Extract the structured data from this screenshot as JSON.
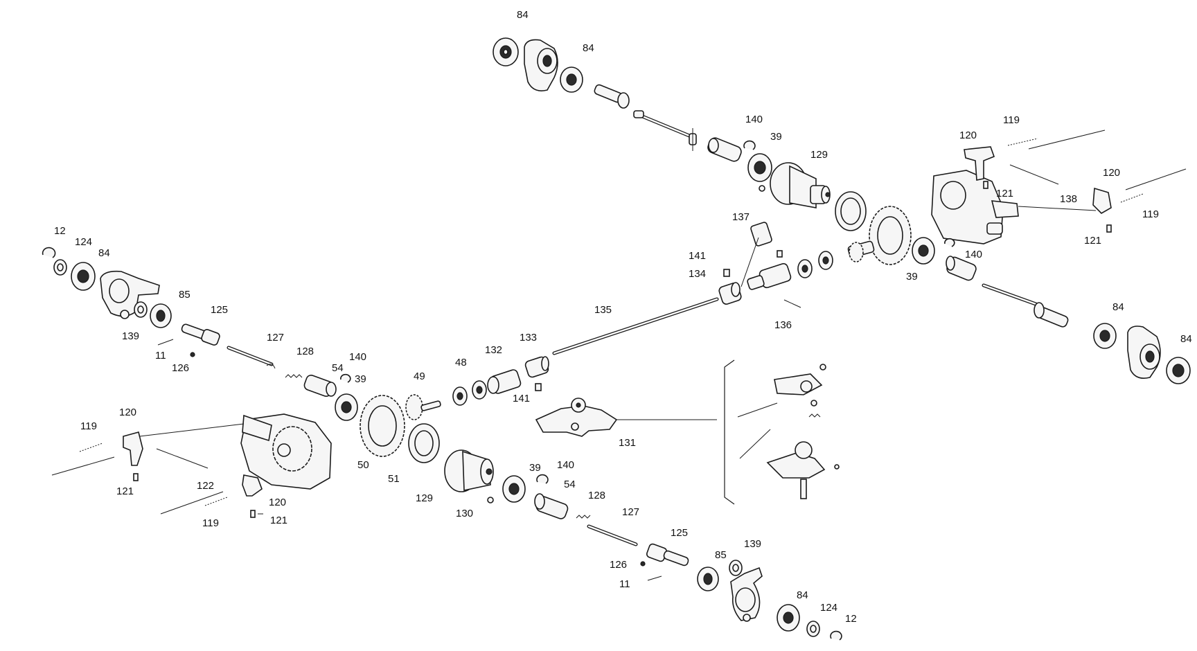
{
  "diagram": {
    "callouts": [
      {
        "id": "c1",
        "text": "84"
      },
      {
        "id": "c2",
        "text": "84"
      },
      {
        "id": "c3",
        "text": "140"
      },
      {
        "id": "c4",
        "text": "39"
      },
      {
        "id": "c5",
        "text": "129"
      },
      {
        "id": "c6",
        "text": "119"
      },
      {
        "id": "c7",
        "text": "120"
      },
      {
        "id": "c8",
        "text": "121"
      },
      {
        "id": "c9",
        "text": "138"
      },
      {
        "id": "c10",
        "text": "120"
      },
      {
        "id": "c11",
        "text": "119"
      },
      {
        "id": "c12",
        "text": "121"
      },
      {
        "id": "c13",
        "text": "137"
      },
      {
        "id": "c14",
        "text": "141"
      },
      {
        "id": "c15",
        "text": "134"
      },
      {
        "id": "c16",
        "text": "140"
      },
      {
        "id": "c17",
        "text": "39"
      },
      {
        "id": "c18",
        "text": "136"
      },
      {
        "id": "c19",
        "text": "84"
      },
      {
        "id": "c20",
        "text": "84"
      },
      {
        "id": "c21",
        "text": "12"
      },
      {
        "id": "c22",
        "text": "124"
      },
      {
        "id": "c23",
        "text": "84"
      },
      {
        "id": "c24",
        "text": "85"
      },
      {
        "id": "c25",
        "text": "139"
      },
      {
        "id": "c26",
        "text": "125"
      },
      {
        "id": "c27",
        "text": "11"
      },
      {
        "id": "c28",
        "text": "126"
      },
      {
        "id": "c29",
        "text": "127"
      },
      {
        "id": "c30",
        "text": "128"
      },
      {
        "id": "c31",
        "text": "54"
      },
      {
        "id": "c32",
        "text": "140"
      },
      {
        "id": "c33",
        "text": "39"
      },
      {
        "id": "c34",
        "text": "135"
      },
      {
        "id": "c35",
        "text": "133"
      },
      {
        "id": "c36",
        "text": "132"
      },
      {
        "id": "c37",
        "text": "48"
      },
      {
        "id": "c38",
        "text": "49"
      },
      {
        "id": "c39",
        "text": "141"
      },
      {
        "id": "c40",
        "text": "131"
      },
      {
        "id": "c41",
        "text": "119"
      },
      {
        "id": "c42",
        "text": "120"
      },
      {
        "id": "c43",
        "text": "121"
      },
      {
        "id": "c44",
        "text": "122"
      },
      {
        "id": "c45",
        "text": "120"
      },
      {
        "id": "c46",
        "text": "119"
      },
      {
        "id": "c47",
        "text": "121"
      },
      {
        "id": "c48",
        "text": "50"
      },
      {
        "id": "c49",
        "text": "51"
      },
      {
        "id": "c50",
        "text": "129"
      },
      {
        "id": "c51",
        "text": "130"
      },
      {
        "id": "c52",
        "text": "39"
      },
      {
        "id": "c53",
        "text": "140"
      },
      {
        "id": "c54",
        "text": "54"
      },
      {
        "id": "c55",
        "text": "128"
      },
      {
        "id": "c56",
        "text": "127"
      },
      {
        "id": "c57",
        "text": "125"
      },
      {
        "id": "c58",
        "text": "126"
      },
      {
        "id": "c59",
        "text": "11"
      },
      {
        "id": "c60",
        "text": "85"
      },
      {
        "id": "c61",
        "text": "139"
      },
      {
        "id": "c62",
        "text": "84"
      },
      {
        "id": "c63",
        "text": "124"
      },
      {
        "id": "c64",
        "text": "12"
      }
    ]
  }
}
